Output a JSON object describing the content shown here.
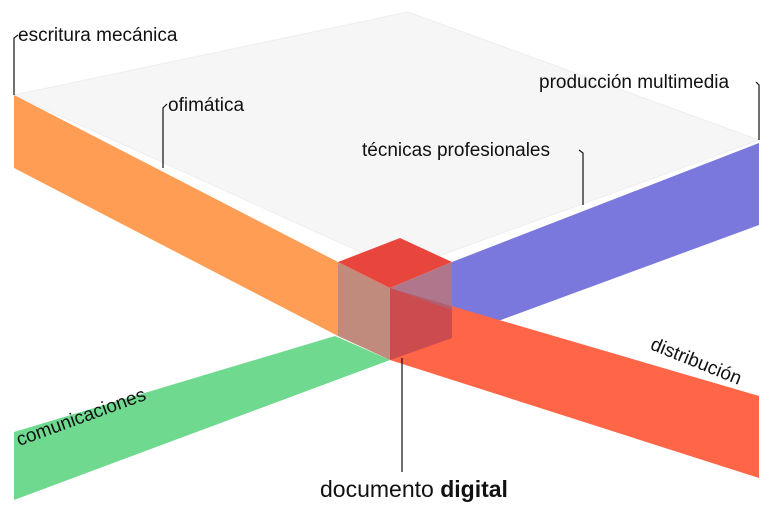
{
  "labels": {
    "escritura": "escritura mecánica",
    "ofimatica": "ofimática",
    "produccion": "producción multimedia",
    "tecnicas": "técnicas profesionales",
    "comunicaciones": "comunicaciones",
    "distribucion": "distribución"
  },
  "title": {
    "prefix": "documento",
    "bold": "digital"
  },
  "colors": {
    "orange": "#ff9d55",
    "blue": "#7a78dc",
    "green": "#6fd98f",
    "red": "#ff6547",
    "cube_top": "#e8463c",
    "cube_left": "#b97e6e",
    "cube_right": "#a25f78",
    "plane": "#f6f6f7"
  }
}
